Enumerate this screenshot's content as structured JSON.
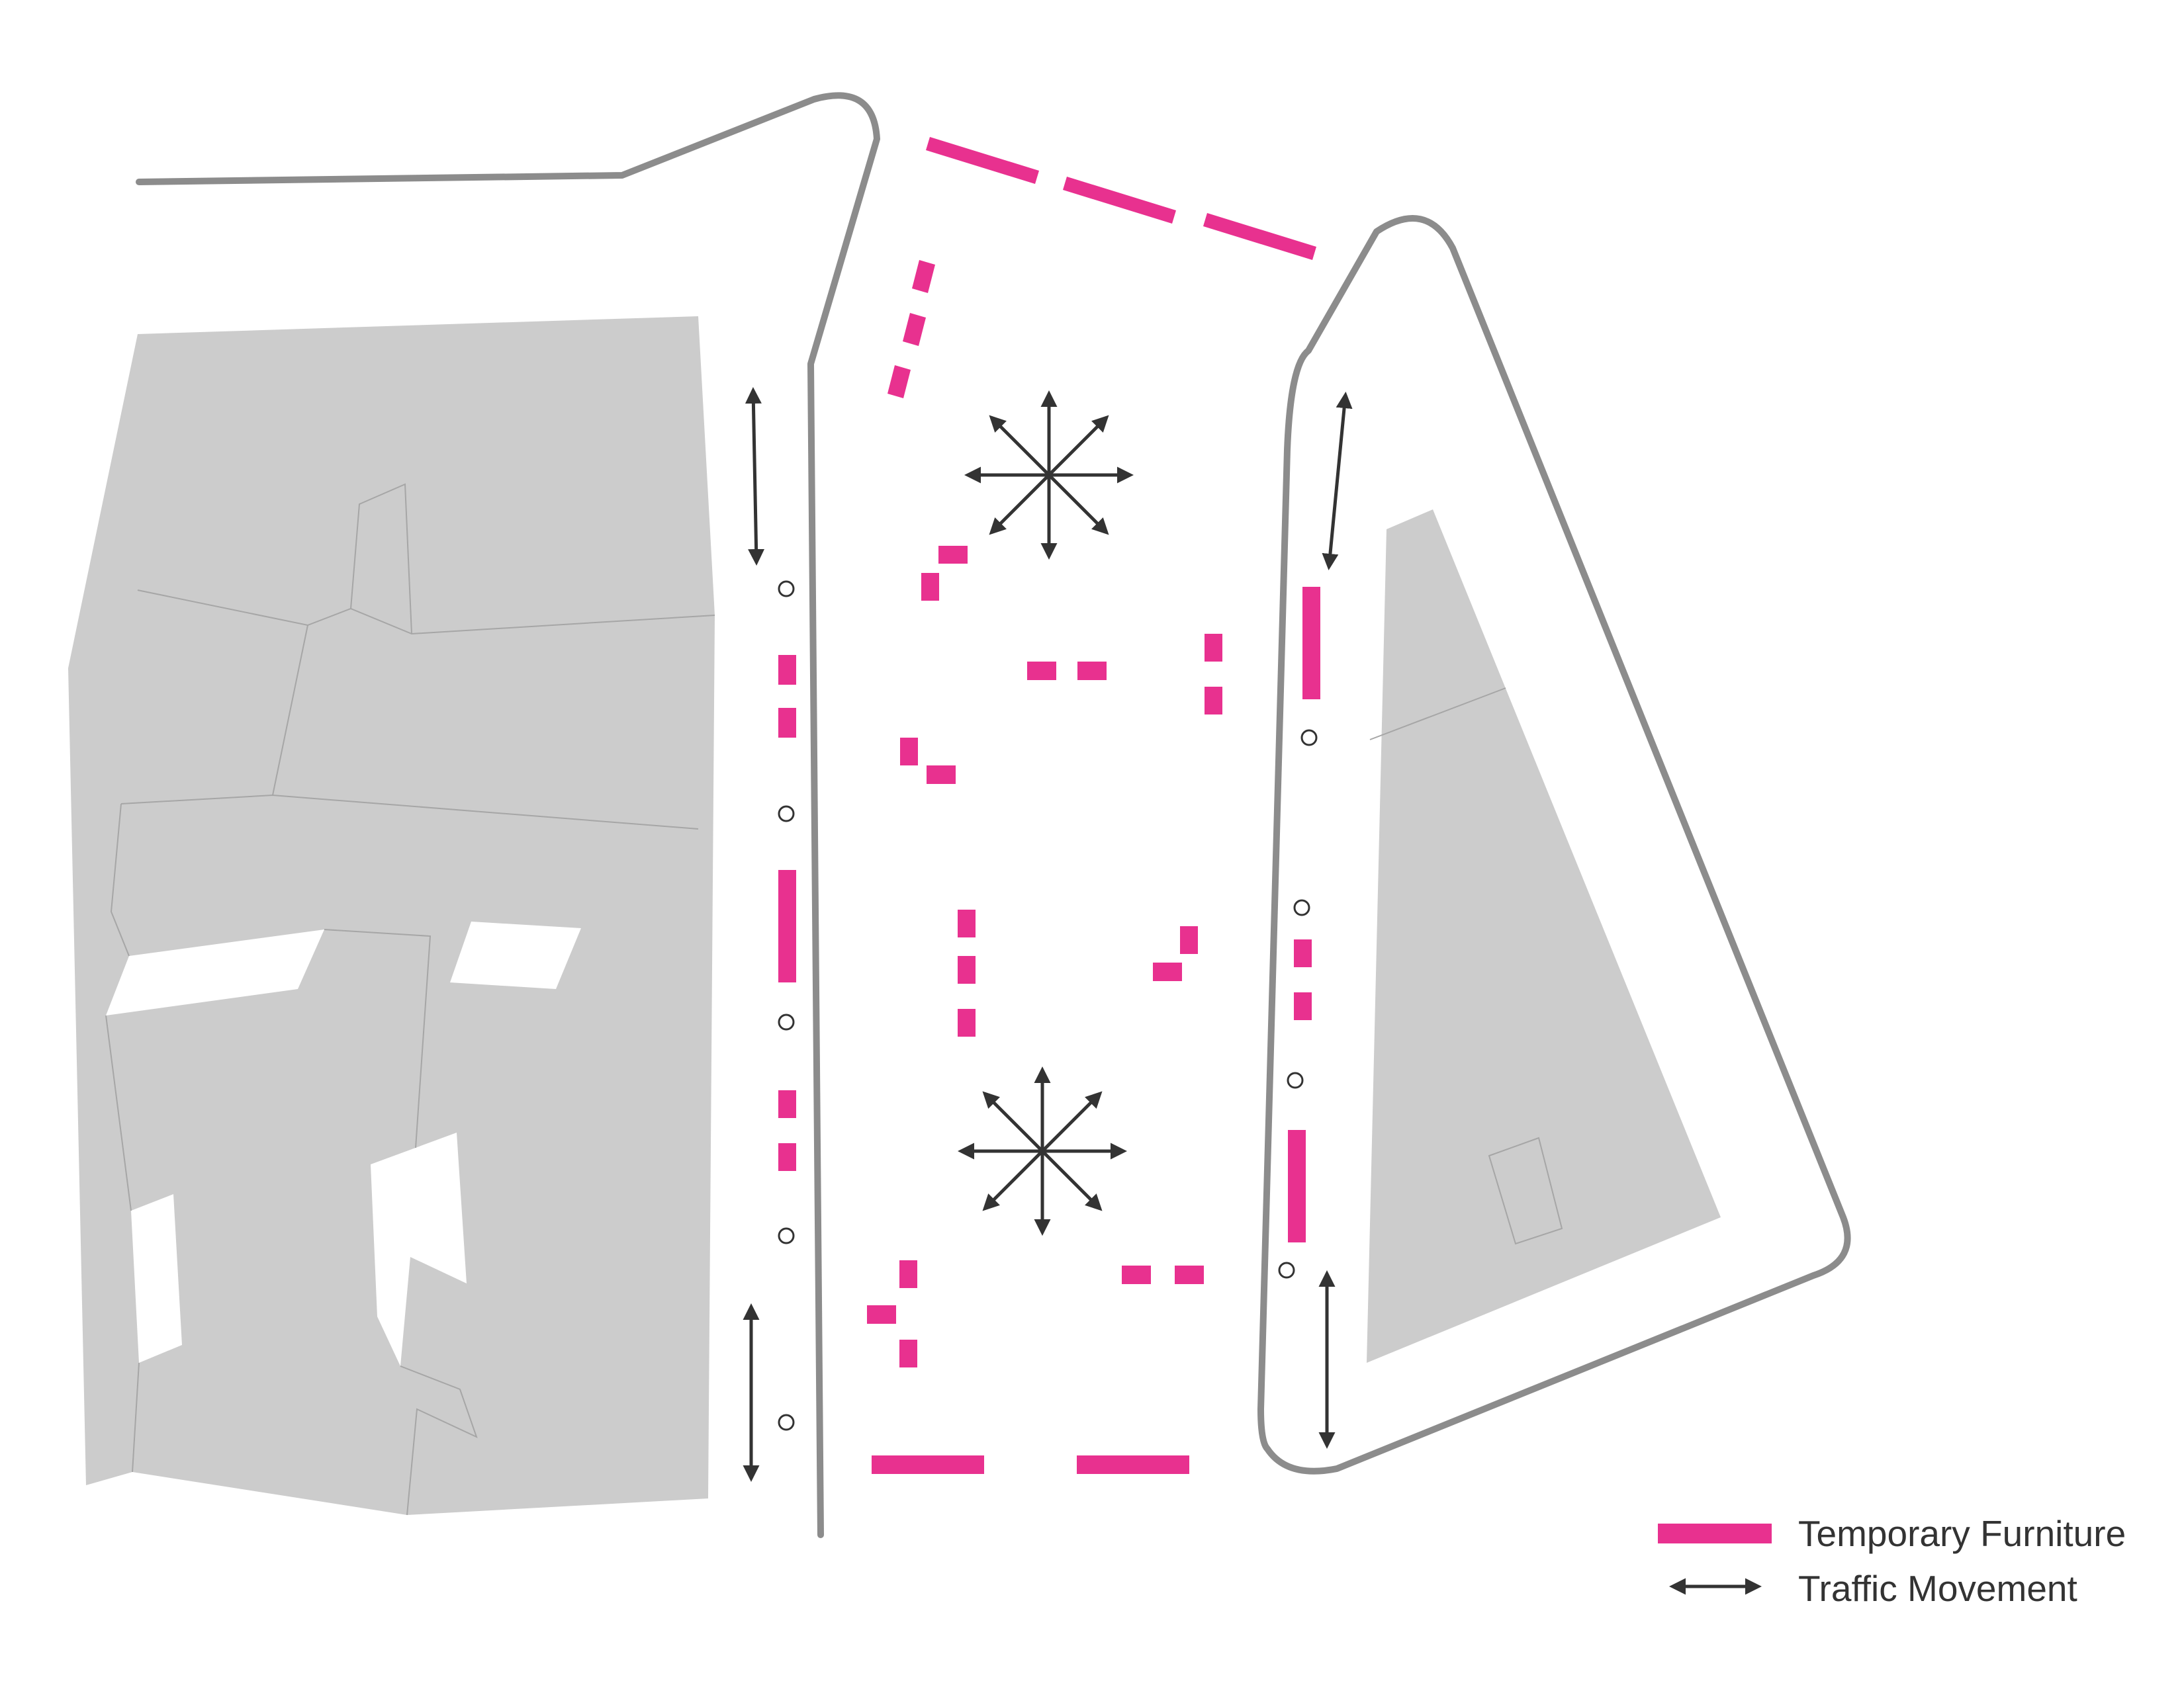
{
  "legend": {
    "furniture_label": "Temporary Furniture",
    "traffic_label": "Traffic Movement"
  },
  "colors": {
    "furniture": "#e8318f",
    "traffic": "#333333",
    "building": "#cccccc",
    "curb": "#8c8c8c",
    "background": "#ffffff"
  },
  "icons": {
    "traffic_arrow": "double-headed-arrow",
    "dispersal": "eight-way-arrow-star",
    "bollard": "small-circle"
  }
}
